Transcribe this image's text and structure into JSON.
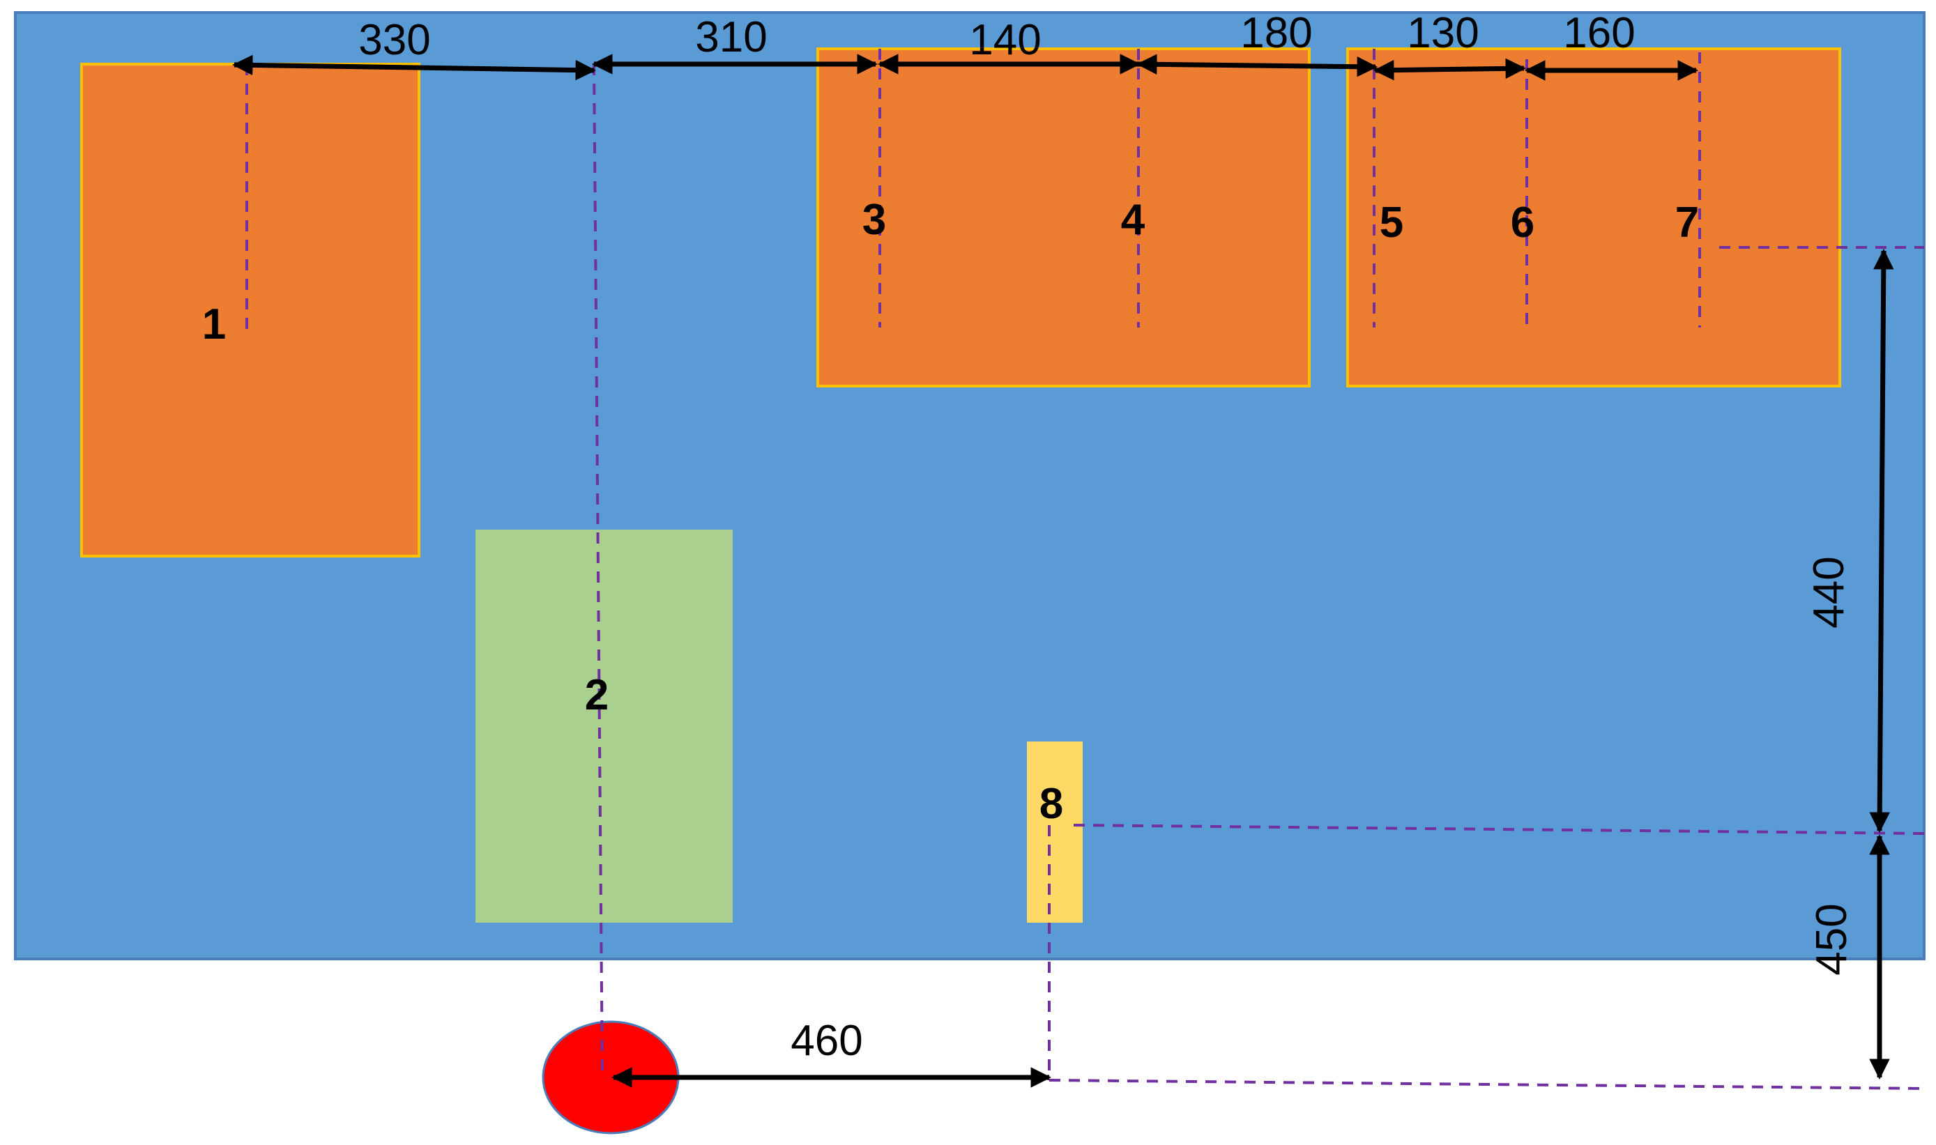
{
  "colors": {
    "floor": "#5B9BD5",
    "floor_border": "#4A7EBB",
    "orange_block": "#ED7D31",
    "orange_border": "#FFC000",
    "green_block": "#A9D08E",
    "yellow_block": "#FFD966",
    "origin_marker": "#FF0000",
    "guide_line": "#7030A0",
    "dimension_arrow": "#000000"
  },
  "blocks": {
    "block_1": "1",
    "block_2": "2",
    "block_3": "3",
    "block_4": "4",
    "block_5": "5",
    "block_6": "6",
    "block_7": "7",
    "block_8": "8"
  },
  "dimensions": {
    "d_1_to_2": "330",
    "d_2_to_3": "310",
    "d_3_to_4": "140",
    "d_4_to_5": "180",
    "d_5_to_6": "130",
    "d_6_to_7": "160",
    "d_7_to_8_vertical": "440",
    "d_8_to_origin_vertical": "450",
    "d_origin_to_8_horizontal": "460"
  }
}
